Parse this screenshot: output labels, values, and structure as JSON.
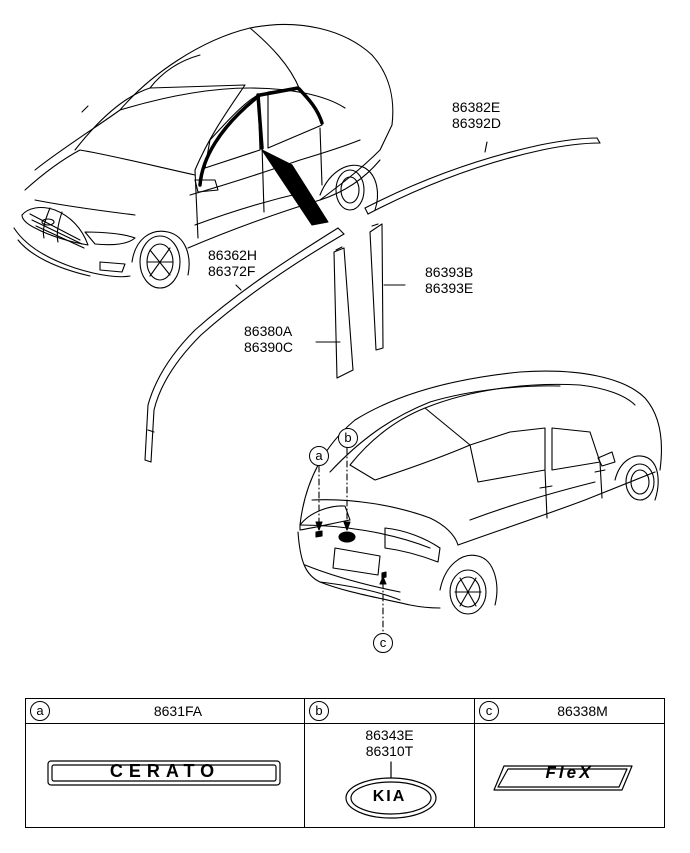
{
  "callouts": {
    "p1": [
      "86382E",
      "86392D"
    ],
    "p2": [
      "86362H",
      "86372F"
    ],
    "p3": [
      "86393B",
      "86393E"
    ],
    "p4": [
      "86380A",
      "86390C"
    ]
  },
  "markers": {
    "a": "a",
    "b": "b",
    "c": "c"
  },
  "table": {
    "cells": [
      {
        "letter": "a",
        "code": "8631FA",
        "emblem_text": "CERATO"
      },
      {
        "letter": "b",
        "codes": [
          "86343E",
          "86310T"
        ],
        "emblem_text": "KIA"
      },
      {
        "letter": "c",
        "code": "86338M",
        "emblem_text": "FleX"
      }
    ]
  }
}
